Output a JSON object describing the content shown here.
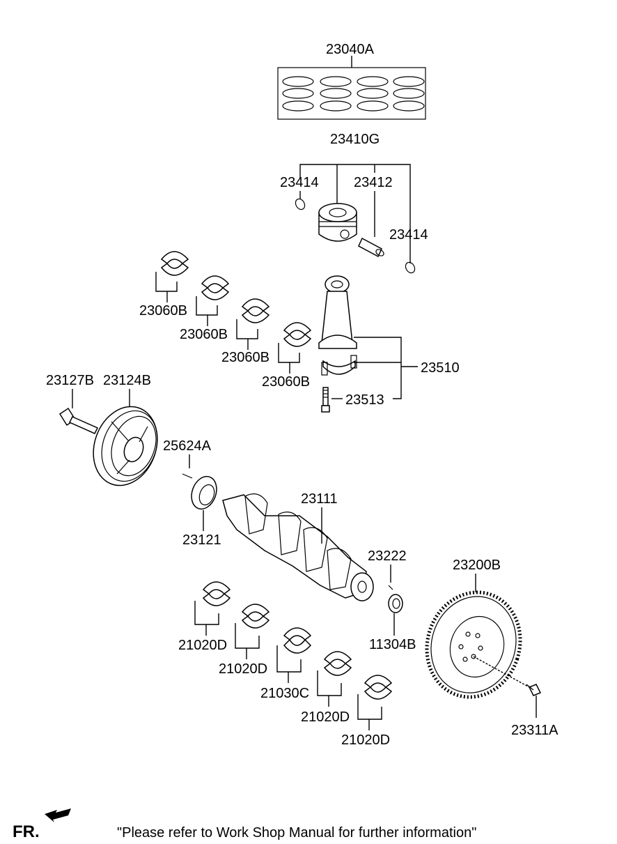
{
  "parts": {
    "piston_ring_set": "23040A",
    "piston_assy": "23410G",
    "snap_ring_left": "23414",
    "piston_pin": "23412",
    "snap_ring_right": "23414",
    "rod_bearing_1": "23060B",
    "rod_bearing_2": "23060B",
    "rod_bearing_3": "23060B",
    "rod_bearing_4": "23060B",
    "connecting_rod": "23510",
    "rod_bolt": "23513",
    "pulley_bolt": "23127B",
    "damper_pulley": "23124B",
    "key": "25624A",
    "sprocket": "23121",
    "crankshaft": "23111",
    "pin": "23222",
    "flywheel": "23200B",
    "oil_seal": "11304B",
    "flywheel_bolt": "23311A",
    "main_bearing_1": "21020D",
    "main_bearing_2": "21020D",
    "thrust_bearing": "21030C",
    "main_bearing_3": "21020D",
    "main_bearing_4": "21020D"
  },
  "footer": {
    "direction": "FR.",
    "note": "\"Please refer to Work Shop Manual for further information\""
  }
}
